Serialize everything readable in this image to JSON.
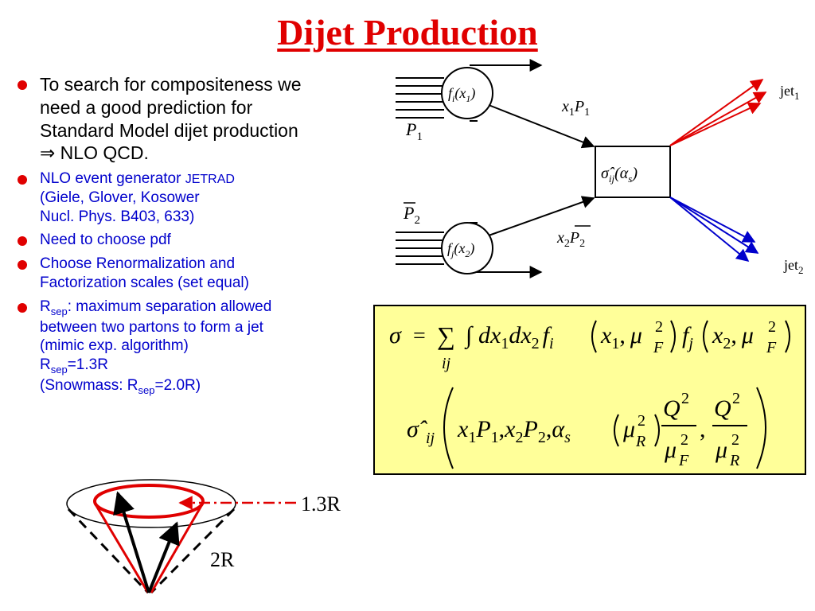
{
  "title": "Dijet Production",
  "bullets": {
    "b1": [
      "To search for compositeness we",
      "need a good prediction for",
      "Standard Model dijet production",
      "⇒ NLO QCD."
    ],
    "b2": {
      "line1_prefix": "NLO event generator ",
      "line1_gen": "JETRAD",
      "line2": "(Giele, Glover, Kosower",
      "line3": "Nucl. Phys. B403, 633)"
    },
    "b3": "Need to choose pdf",
    "b4": [
      "Choose Renormalization and",
      "Factorization scales (set equal)"
    ],
    "b5": {
      "r": "R",
      "sep": "sep",
      "line1_rest": ": maximum separation allowed",
      "line2": "between two partons to form a jet",
      "line3": "(mimic exp. algorithm)",
      "line4_rest": "=1.3R",
      "line5_prefix": "(Snowmass: R",
      "line5_rest": "=2.0R)"
    }
  },
  "diagram": {
    "fi": "f",
    "fi_sub": "i",
    "fi_arg": "(x",
    "fi_arg_sub": "1",
    "fi_close": ")",
    "fj": "f",
    "fj_sub": "j",
    "fj_arg": "(x",
    "fj_arg_sub": "2",
    "fj_close": ")",
    "p1": "P",
    "p1_sub": "1",
    "p2": "P",
    "p2_sub": "2",
    "x1p1": "x",
    "x1p1_sub": "1",
    "x1p1_p": "P",
    "x1p1_p_sub": "1",
    "x2p2": "x",
    "x2p2_sub": "2",
    "x2p2_p": "P",
    "x2p2_p_sub": "2",
    "sigma": "σ̂",
    "sigma_sub": "ij",
    "sigma_arg": "(α",
    "sigma_arg_sub": "s",
    "sigma_close": ")",
    "jet1": "jet",
    "jet1_sub": "1",
    "jet2": "jet",
    "jet2_sub": "2"
  },
  "formula": {
    "sigma": "σ",
    "eq": "=",
    "sum": "∑",
    "sum_sub": "ij",
    "int": "∫",
    "d": "d",
    "x": "x",
    "one": "1",
    "two": "2",
    "f": "f",
    "i": "i",
    "j": "j",
    "comma": ",",
    "mu": "μ",
    "F": "F",
    "R": "R",
    "sq": "2",
    "hat_sigma": "σ̂",
    "P": "P",
    "alpha": "α",
    "s": "s",
    "Q": "Q"
  },
  "cone": {
    "label_13r": "1.3R",
    "label_2r": "2R"
  },
  "colors": {
    "accent_red": "#e00000",
    "blue": "#0000cc",
    "box_yellow": "#ffff99"
  }
}
